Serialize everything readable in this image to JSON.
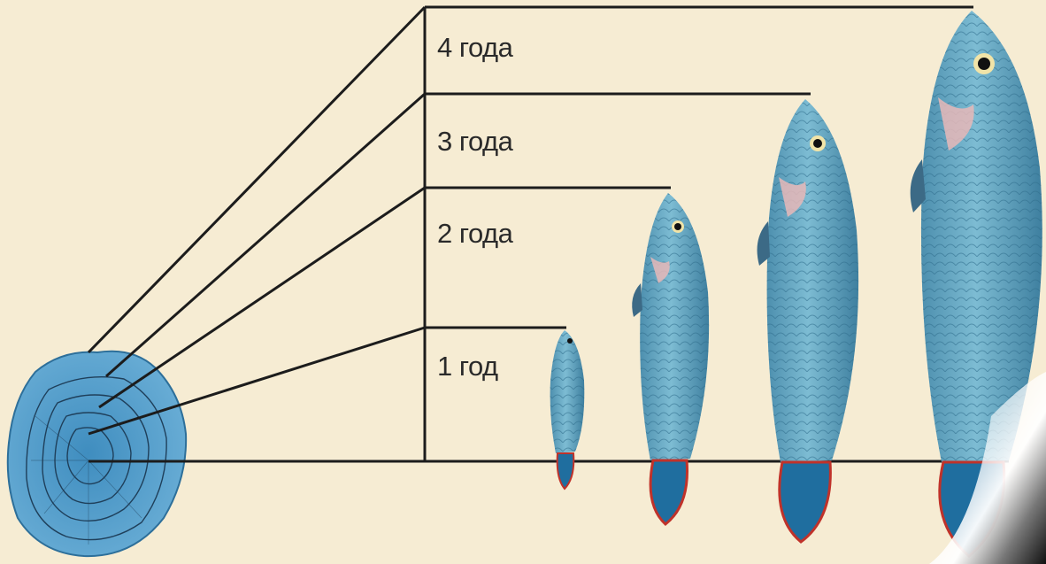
{
  "diagram": {
    "age_labels": [
      "1 год",
      "2 года",
      "3 года",
      "4 года"
    ],
    "colors": {
      "background": "#f6ecd3",
      "lines": "#1c1c1c",
      "scale": "#4f97c6",
      "scale_rings": "#1f3f5a",
      "fish_body": "#5fa6c6",
      "fish_tail": "#1f6e9f",
      "fish_tail_edge": "#c0322a"
    },
    "icons": [
      "fish-scale-icon",
      "fish-icon"
    ]
  }
}
